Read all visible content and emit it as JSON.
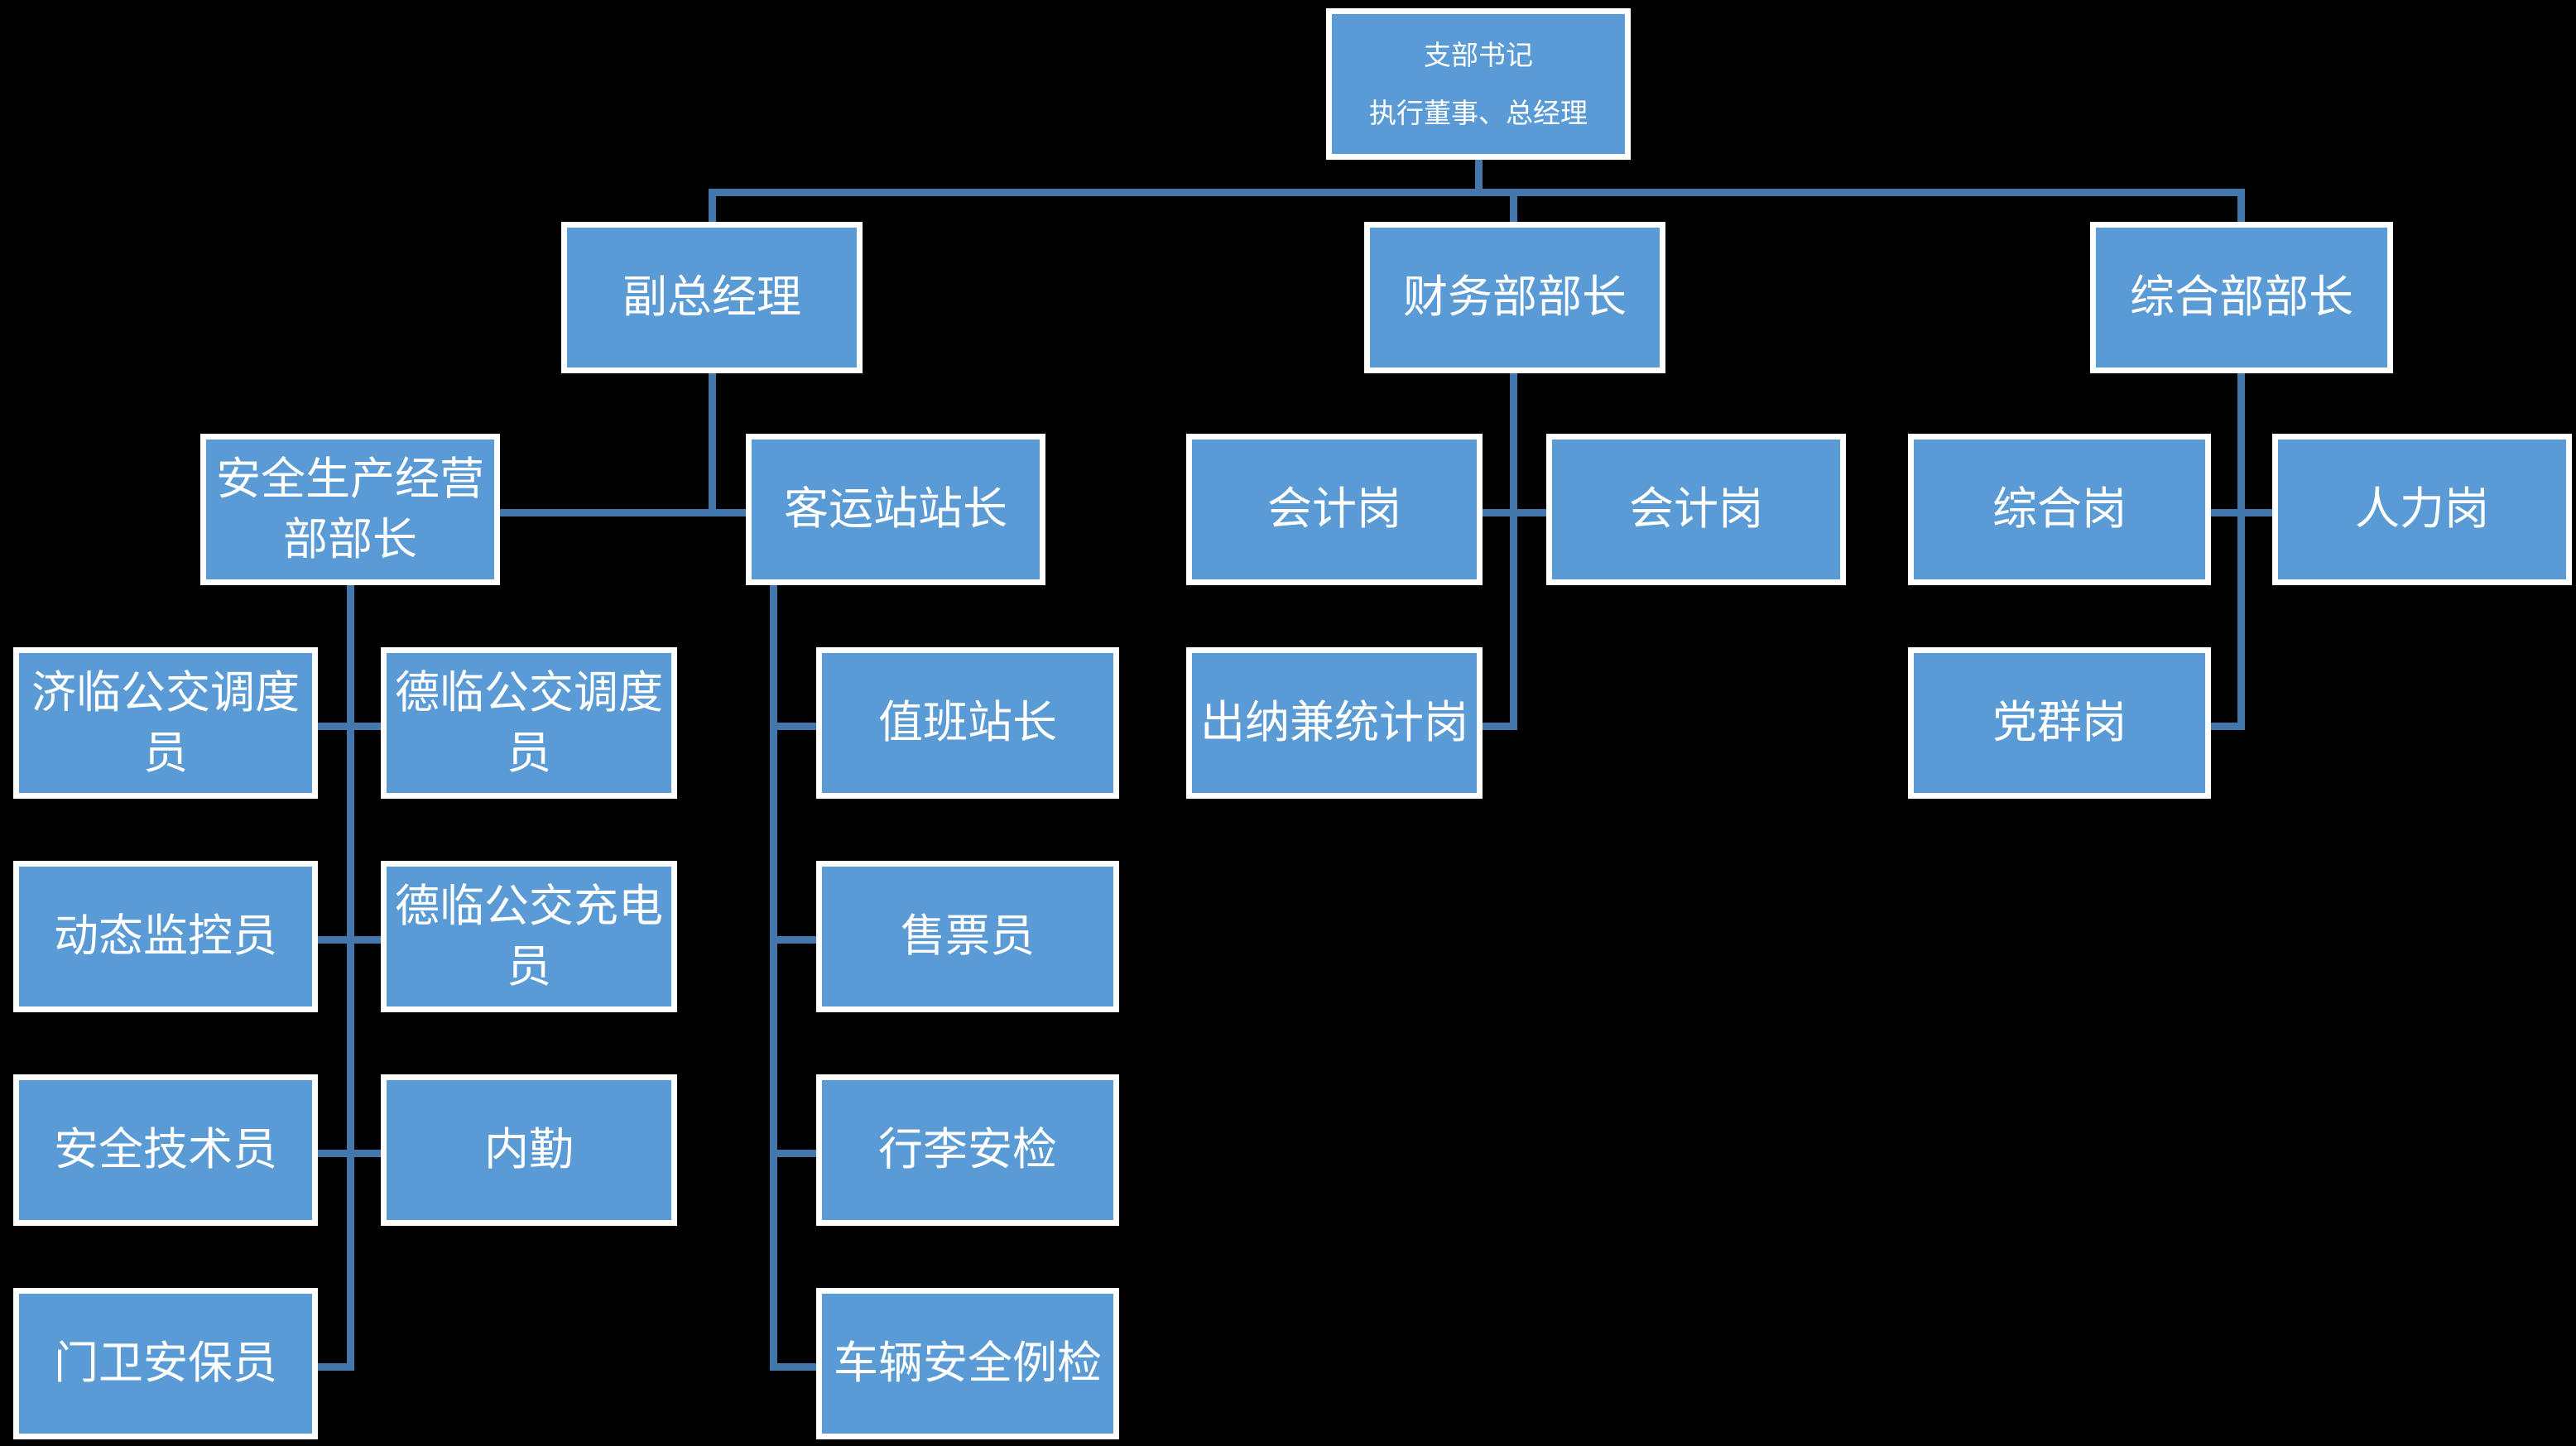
{
  "diagram": {
    "type": "org-chart",
    "background_color": "#000000",
    "node_fill_color": "#5B9BD5",
    "node_border_color": "#FFFFFF",
    "node_text_color": "#FFFFFF",
    "connector_color": "#4478AC"
  },
  "nodes": {
    "root_line1": "支部书记",
    "root_line2": "执行董事、总经理",
    "deputy_gm": "副总经理",
    "finance_head": "财务部部长",
    "general_head": "综合部部长",
    "safety_dept_head": "安全生产经营部部长",
    "station_master": "客运站站长",
    "accountant_1": "会计岗",
    "accountant_2": "会计岗",
    "general_post": "综合岗",
    "hr_post": "人力岗",
    "jilin_dispatcher": "济临公交调度员",
    "delin_dispatcher": "德临公交调度员",
    "duty_station_chief": "值班站长",
    "cashier_statistics": "出纳兼统计岗",
    "party_mass_post": "党群岗",
    "dynamic_monitor": "动态监控员",
    "delin_charger": "德临公交充电员",
    "ticket_seller": "售票员",
    "safety_technician": "安全技术员",
    "office_clerk": "内勤",
    "baggage_security": "行李安检",
    "gate_guard": "门卫安保员",
    "vehicle_inspection": "车辆安全例检"
  },
  "hierarchy": {
    "root": "支部书记 执行董事、总经理",
    "children": [
      {
        "node": "副总经理",
        "children": [
          {
            "node": "安全生产经营部部长",
            "children": [
              "济临公交调度员",
              "德临公交调度员",
              "动态监控员",
              "德临公交充电员",
              "安全技术员",
              "内勤",
              "门卫安保员"
            ]
          },
          {
            "node": "客运站站长",
            "children": [
              "值班站长",
              "售票员",
              "行李安检",
              "车辆安全例检"
            ]
          }
        ]
      },
      {
        "node": "财务部部长",
        "children": [
          "会计岗",
          "会计岗",
          "出纳兼统计岗"
        ]
      },
      {
        "node": "综合部部长",
        "children": [
          "综合岗",
          "人力岗",
          "党群岗"
        ]
      }
    ]
  }
}
